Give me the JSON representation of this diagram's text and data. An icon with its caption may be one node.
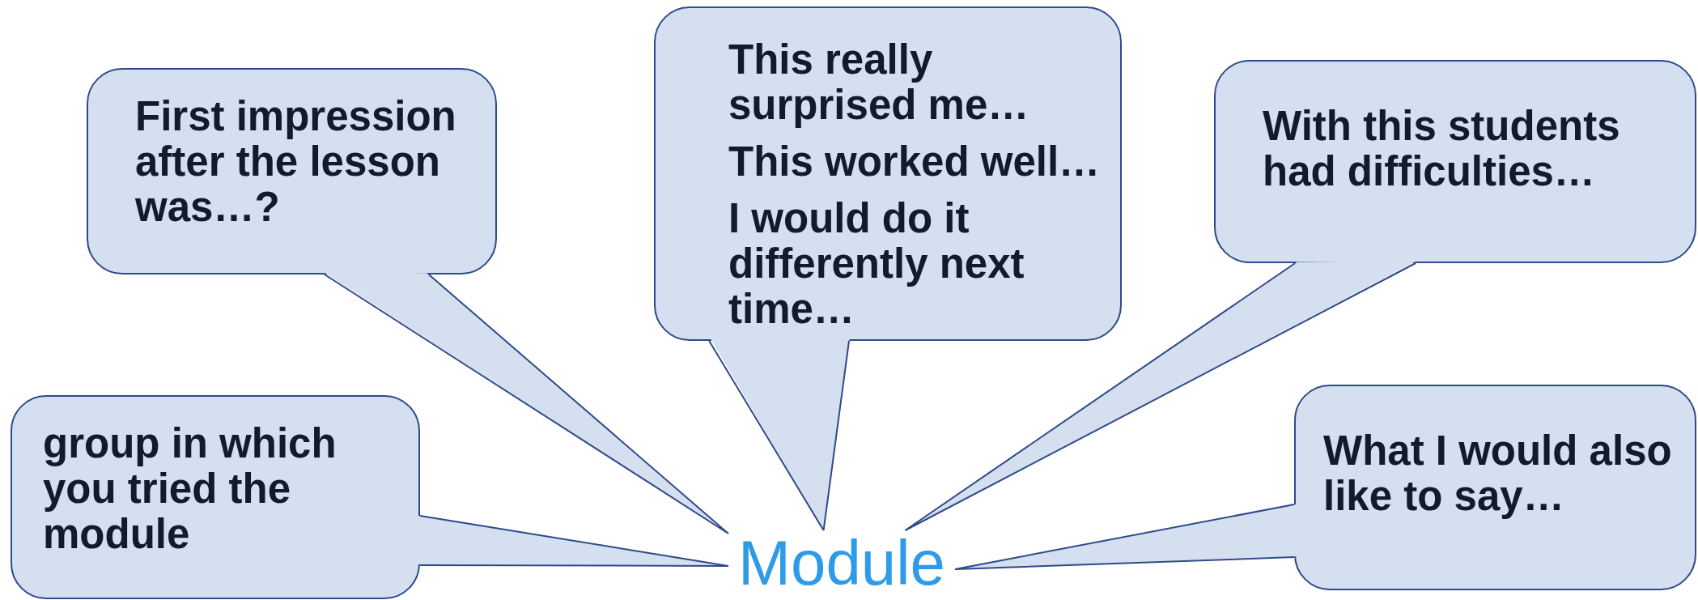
{
  "diagram": {
    "nodes": [
      {
        "text": [
          "First impression after the lesson was…?"
        ]
      },
      {
        "text": [
          "This really surprised me…",
          "This worked well…",
          "I would do it differently next time…"
        ]
      },
      {
        "text": [
          "With this students had difficulties…"
        ]
      },
      {
        "text": [
          "group in which you tried the module"
        ]
      },
      {
        "text": [
          "What I would also like to say…"
        ]
      },
      {
        "text": [
          "Module"
        ]
      }
    ],
    "edges": [
      {
        "from": 0,
        "to": 5,
        "arrow": "none"
      },
      {
        "from": 1,
        "to": 5,
        "arrow": "none"
      },
      {
        "from": 2,
        "to": 5,
        "arrow": "none"
      },
      {
        "from": 3,
        "to": 5,
        "arrow": "none"
      },
      {
        "from": 4,
        "to": 5,
        "arrow": "none"
      }
    ]
  }
}
